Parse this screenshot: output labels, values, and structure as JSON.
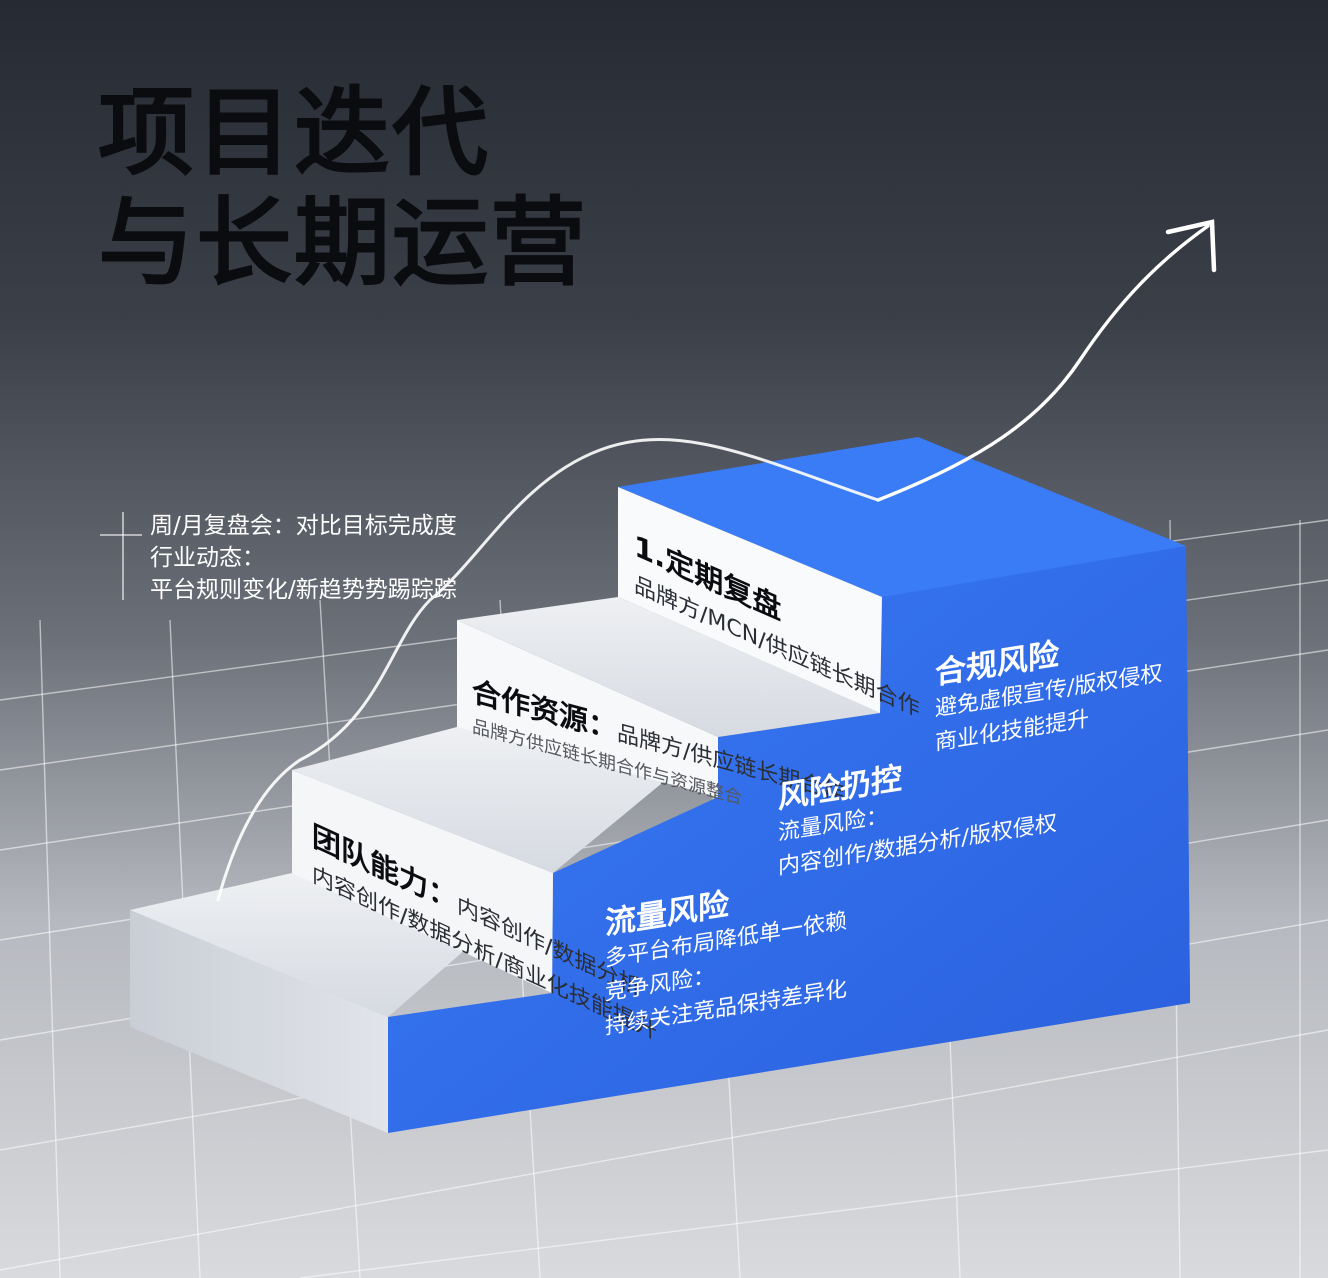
{
  "title": {
    "line1": "项目迭代",
    "line2": "与长期运营"
  },
  "notes": {
    "line1": "周/月复盘会：对比目标完成度",
    "line2": "行业动态：",
    "line3": "平台规则变化/新趋势势踢踪踪"
  },
  "steps": [
    {
      "heading": "团队能力：",
      "heading_tail": "内容创作/数据分析",
      "body": "内容创作/数据分析/商业化技能提升"
    },
    {
      "heading": "合作资源：",
      "heading_tail": "品牌方/供应链长期合作",
      "body": "品牌方供应链长期合作与资源整合"
    },
    {
      "heading": "1.定期复盘",
      "body": "品牌方/MCN/供应链长期合作"
    }
  ],
  "risks": [
    {
      "heading": "流量风险",
      "lines": [
        "多平台布局降低单一依赖",
        "竞争风险：",
        "持续关注竞品保持差异化"
      ]
    },
    {
      "heading": "风险扔控",
      "lines": [
        "流量风险：",
        "内容创作/数据分析/版权侵权"
      ]
    },
    {
      "heading": "合规风险",
      "lines": [
        "避免虚假宣传/版权侵权",
        "商业化技能提升"
      ]
    }
  ],
  "colors": {
    "blue": "#2f6ff0",
    "blue_dark": "#2759c9",
    "step_top": "#e4e7ec",
    "step_front": "#f7f8fa"
  },
  "icons": {
    "arrow": "trend-up-arrow"
  }
}
